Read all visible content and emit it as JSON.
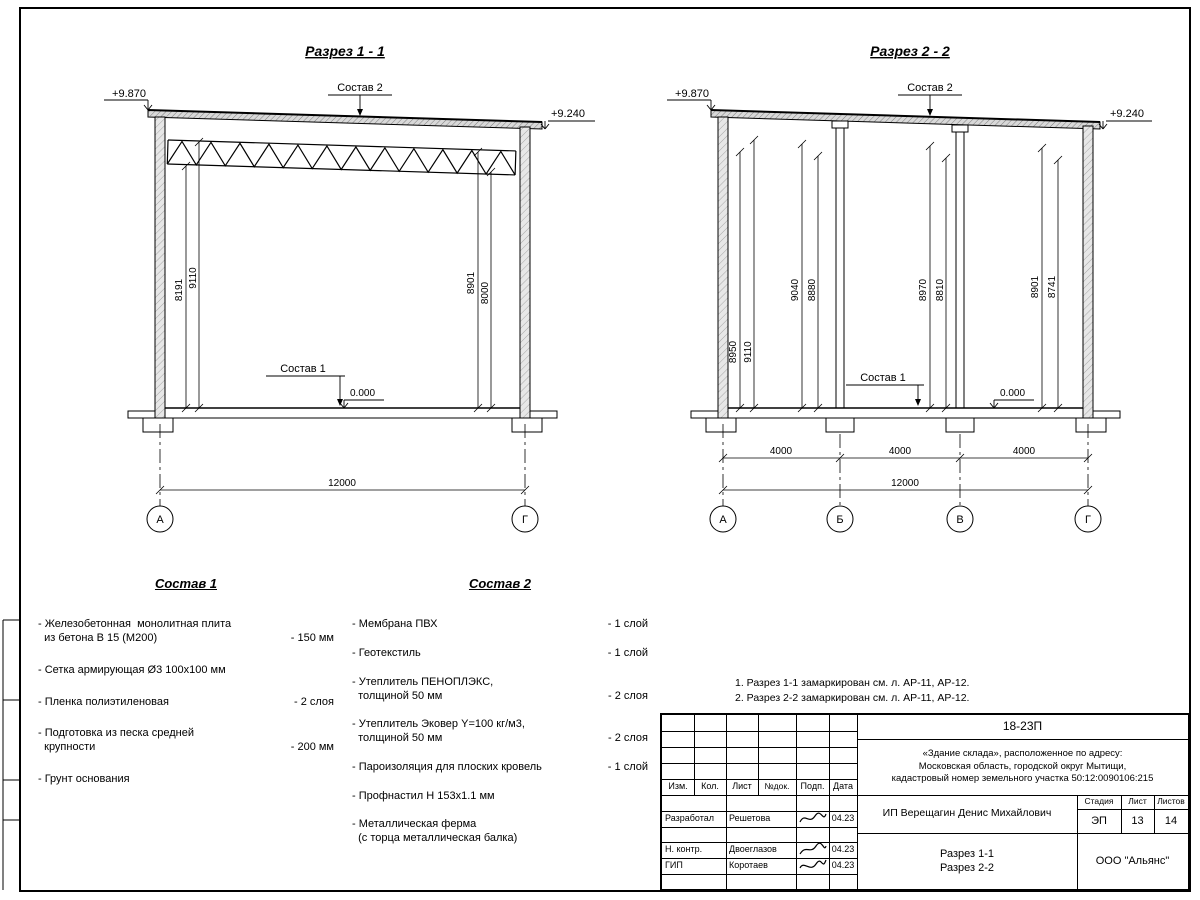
{
  "s1": {
    "title": "Разрез 1 - 1",
    "elev_left": "+9.870",
    "elev_right": "+9.240",
    "sostav2_label": "Состав 2",
    "sostav1_label": "Состав 1",
    "zero": "0.000",
    "vdims": [
      "8191",
      "9110",
      "8901",
      "8000"
    ],
    "span": "12000",
    "axes": [
      "А",
      "Г"
    ]
  },
  "s2": {
    "title": "Разрез 2 - 2",
    "elev_left": "+9.870",
    "elev_right": "+9.240",
    "sostav2_label": "Состав 2",
    "sostav1_label": "Состав 1",
    "zero": "0.000",
    "vdims": [
      "8950",
      "9110",
      "9040",
      "8880",
      "8970",
      "8810",
      "8901",
      "8741"
    ],
    "bays": [
      "4000",
      "4000",
      "4000"
    ],
    "span": "12000",
    "axes": [
      "А",
      "Б",
      "В",
      "Г"
    ]
  },
  "sostav1": {
    "title": "Состав 1",
    "items": [
      {
        "text": "- Железобетонная  монолитная плита\n  из бетона В 15 (М200)",
        "value": "- 150 мм"
      },
      {
        "text": "- Сетка армирующая Ø3 100х100 мм",
        "value": ""
      },
      {
        "text": "- Пленка полиэтиленовая",
        "value": "- 2 слоя"
      },
      {
        "text": "- Подготовка из песка средней\n  крупности",
        "value": "- 200 мм"
      },
      {
        "text": "- Грунт основания",
        "value": ""
      }
    ]
  },
  "sostav2": {
    "title": "Состав 2",
    "items": [
      {
        "text": "- Мембрана ПВХ",
        "value": "- 1 слой"
      },
      {
        "text": "- Геотекстиль",
        "value": "- 1 слой"
      },
      {
        "text": "- Утеплитель ПЕНОПЛЭКС,\n  толщиной 50 мм",
        "value": "- 2 слоя"
      },
      {
        "text": "- Утеплитель Эковер Y=100 кг/м3,\n  толщиной 50 мм",
        "value": "- 2 слоя"
      },
      {
        "text": "- Пароизоляция для плоских кровель",
        "value": "- 1 слой"
      },
      {
        "text": "- Профнастил Н 153х1.1 мм",
        "value": ""
      },
      {
        "text": "- Металлическая ферма\n  (с торца металлическая балка)",
        "value": ""
      }
    ]
  },
  "notes": [
    "1. Разрез 1-1 замаркирован см. л. АР-11, АР-12.",
    "2. Разрез 2-2 замаркирован см. л. АР-11, АР-12."
  ],
  "titleblock": {
    "doc_number": "18-23П",
    "project_line1": "«Здание склада», расположенное по адресу:",
    "project_line2": "Московская область, городской округ Мытищи,",
    "project_line3": "кадастровый номер земельного участка 50:12:0090106:215",
    "col_izm": "Изм.",
    "col_kol": "Кол.",
    "col_list": "Лист",
    "col_ndok": "№док.",
    "col_podp": "Подп.",
    "col_data": "Дата",
    "rows": [
      {
        "role": "Разработал",
        "name": "Решетова",
        "date": "04.23"
      },
      {
        "role": "Н. контр.",
        "name": "Двоеглазов",
        "date": "04.23"
      },
      {
        "role": "ГИП",
        "name": "Коротаев",
        "date": "04.23"
      }
    ],
    "client": "ИП Верещагин Денис Михайлович",
    "stage_label": "Стадия",
    "sheet_label": "Лист",
    "sheets_label": "Листов",
    "stage": "ЭП",
    "sheet": "13",
    "sheets": "14",
    "drawing_name1": "Разрез 1-1",
    "drawing_name2": "Разрез 2-2",
    "company": "ООО \"Альянс\""
  }
}
